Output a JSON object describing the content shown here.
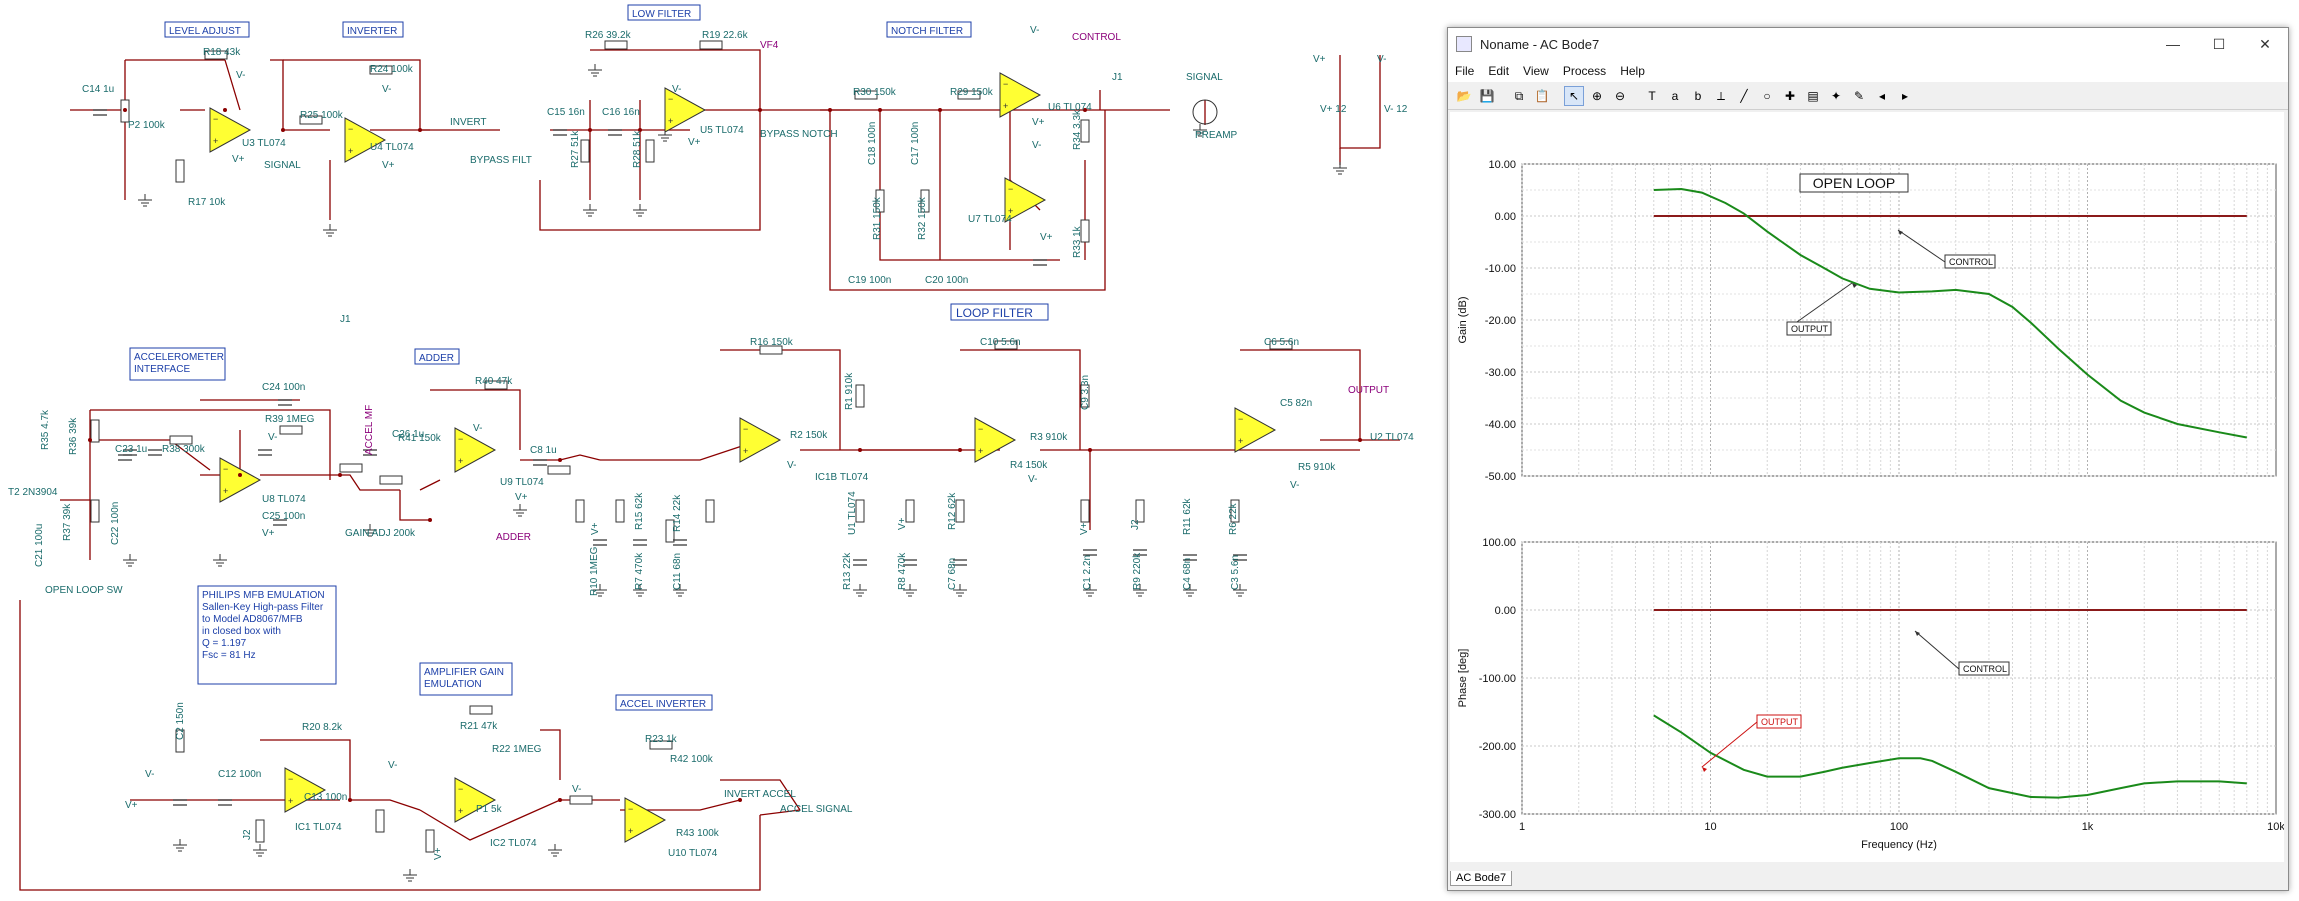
{
  "schematic": {
    "boxes": {
      "level_adjust": "LEVEL ADJUST",
      "inverter": "INVERTER",
      "low_filter": "LOW FILTER",
      "notch_filter": "NOTCH FILTER",
      "loop_filter": "LOOP FILTER",
      "accel_interface": [
        "ACCELEROMETER",
        "INTERFACE"
      ],
      "adder": "ADDER",
      "philips": [
        "PHILIPS MFB EMULATION",
        "Sallen-Key High-pass Filter",
        "to Model AD8067/MFB",
        "in closed box with",
        "Q = 1.197",
        "Fsc = 81 Hz"
      ],
      "amp_gain": [
        "AMPLIFIER GAIN",
        "EMULATION"
      ],
      "accel_inverter": "ACCEL INVERTER"
    },
    "signals": {
      "control": "CONTROL",
      "vf4": "VF4",
      "output": "OUTPUT",
      "accel_mf": "ACCEL MF",
      "adder": "ADDER",
      "accel_signal": "ACCEL SIGNAL",
      "signal": "SIGNAL",
      "preamp": "PREAMP",
      "invert": "INVERT",
      "bypass_filt": "BYPASS FILT",
      "bypass_notch": "BYPASS NOTCH",
      "invert_accel": "INVERT ACCEL",
      "open_loop_sw": "OPEN LOOP SW",
      "gain_adj": "GAIN ADJ 200k"
    },
    "labels": [
      {
        "t": "C14 1u"
      },
      {
        "t": "R18 43k"
      },
      {
        "t": "V-"
      },
      {
        "t": "P2 100k"
      },
      {
        "t": "U3 TL074"
      },
      {
        "t": "V+"
      },
      {
        "t": "SIGNAL"
      },
      {
        "t": "R17 10k"
      },
      {
        "t": "R24 100k"
      },
      {
        "t": "V-"
      },
      {
        "t": "R25 100k"
      },
      {
        "t": "U4 TL074"
      },
      {
        "t": "V+"
      },
      {
        "t": "R26 39.2k"
      },
      {
        "t": "R19 22.6k"
      },
      {
        "t": "C15 16n"
      },
      {
        "t": "C16 16n"
      },
      {
        "t": "R27 51k"
      },
      {
        "t": "R28 51k"
      },
      {
        "t": "U5 TL074"
      },
      {
        "t": "V-"
      },
      {
        "t": "V+"
      },
      {
        "t": "R30 150k"
      },
      {
        "t": "R29 150k"
      },
      {
        "t": "C18 100n"
      },
      {
        "t": "C17 100n"
      },
      {
        "t": "U6 TL074"
      },
      {
        "t": "J1"
      },
      {
        "t": "R34 3.3k"
      },
      {
        "t": "R31 150k"
      },
      {
        "t": "R32 150k"
      },
      {
        "t": "U7 TL074"
      },
      {
        "t": "R33 1k"
      },
      {
        "t": "C19 100n"
      },
      {
        "t": "C20 100n"
      },
      {
        "t": "V-"
      },
      {
        "t": "V+"
      },
      {
        "t": "V-"
      },
      {
        "t": "V+"
      },
      {
        "t": "V+"
      },
      {
        "t": "V-"
      },
      {
        "t": "V+ 12"
      },
      {
        "t": "V- 12"
      },
      {
        "t": "J1"
      },
      {
        "t": "C24 100n"
      },
      {
        "t": "R35 4.7k"
      },
      {
        "t": "R36 39k"
      },
      {
        "t": "R39 1MEG"
      },
      {
        "t": "V-"
      },
      {
        "t": "C23 1u"
      },
      {
        "t": "R38 300k"
      },
      {
        "t": "U8 TL074"
      },
      {
        "t": "C25 100n"
      },
      {
        "t": "V+"
      },
      {
        "t": "T2 2N3904"
      },
      {
        "t": "R37 39k"
      },
      {
        "t": "C21 100u"
      },
      {
        "t": "C22 100n"
      },
      {
        "t": "R40 47k"
      },
      {
        "t": "C26 1u"
      },
      {
        "t": "R41 150k"
      },
      {
        "t": "V-"
      },
      {
        "t": "U9 TL074"
      },
      {
        "t": "V+"
      },
      {
        "t": "C8 1u"
      },
      {
        "t": "R16 150k"
      },
      {
        "t": "R1 910k"
      },
      {
        "t": "R2 150k"
      },
      {
        "t": "V-"
      },
      {
        "t": "IC1B TL074"
      },
      {
        "t": "V+"
      },
      {
        "t": "R15 62k"
      },
      {
        "t": "R14 22k"
      },
      {
        "t": "R10 1MEG"
      },
      {
        "t": "R7 470k"
      },
      {
        "t": "C11 68n"
      },
      {
        "t": "C10 5.6n"
      },
      {
        "t": "C9 3.3n"
      },
      {
        "t": "R3 910k"
      },
      {
        "t": "R4 150k"
      },
      {
        "t": "V-"
      },
      {
        "t": "U1 TL074"
      },
      {
        "t": "V+"
      },
      {
        "t": "R12 62k"
      },
      {
        "t": "R13 22k"
      },
      {
        "t": "R8 470k"
      },
      {
        "t": "C7 68n"
      },
      {
        "t": "C6 5.6n"
      },
      {
        "t": "C5 82n"
      },
      {
        "t": "R5 910k"
      },
      {
        "t": "V-"
      },
      {
        "t": "U2 TL074"
      },
      {
        "t": "V+"
      },
      {
        "t": "J2"
      },
      {
        "t": "R11 62k"
      },
      {
        "t": "R6 22k"
      },
      {
        "t": "C1 2.2n"
      },
      {
        "t": "R9 220k"
      },
      {
        "t": "C4 68n"
      },
      {
        "t": "C3 5.6n"
      },
      {
        "t": "C2 150n"
      },
      {
        "t": "R20 8.2k"
      },
      {
        "t": "V-"
      },
      {
        "t": "C12 100n"
      },
      {
        "t": "C13 100n"
      },
      {
        "t": "IC1 TL074"
      },
      {
        "t": "V+"
      },
      {
        "t": "J2"
      },
      {
        "t": "R21 47k"
      },
      {
        "t": "R22 1MEG"
      },
      {
        "t": "V-"
      },
      {
        "t": "P1 5k"
      },
      {
        "t": "IC2 TL074"
      },
      {
        "t": "V+"
      },
      {
        "t": "R23 1k"
      },
      {
        "t": "R42 100k"
      },
      {
        "t": "V-"
      },
      {
        "t": "R43 100k"
      },
      {
        "t": "U10 TL074"
      },
      {
        "t": "V+"
      }
    ]
  },
  "window": {
    "title": "Noname - AC Bode7",
    "controls": {
      "minimize": "—",
      "maximize": "☐",
      "close": "✕"
    },
    "menu": [
      "File",
      "Edit",
      "View",
      "Process",
      "Help"
    ],
    "toolbar_icons": [
      "open-icon",
      "save-icon",
      "copy-icon",
      "paste-icon",
      "select-arrow-icon",
      "zoom-in-icon",
      "zoom-out-icon",
      "text-icon",
      "cursor-a-icon",
      "cursor-b-icon",
      "marker-icon",
      "line-icon",
      "circle-icon",
      "cursor-plus-icon",
      "bar-icon",
      "cursor-tool-icon",
      "pen-icon",
      "prev-icon",
      "next-icon"
    ],
    "tab": "AC Bode7",
    "accent": "#0078d7"
  },
  "chart_data": [
    {
      "type": "line",
      "title": "OPEN LOOP",
      "xlabel": "",
      "ylabel": "Gain (dB)",
      "xscale": "log",
      "xlim": [
        1,
        10000
      ],
      "ylim": [
        -50,
        10
      ],
      "yticks": [
        "10.00",
        "0.00",
        "-10.00",
        "-20.00",
        "-30.00",
        "-40.00",
        "-50.00"
      ],
      "grid": true,
      "series": [
        {
          "name": "CONTROL",
          "color": "#8b1a1a",
          "x": [
            5,
            7000
          ],
          "y": [
            0,
            0
          ]
        },
        {
          "name": "OUTPUT",
          "color": "#1a8a1a",
          "x": [
            5,
            7,
            9,
            12,
            15,
            20,
            30,
            40,
            50,
            70,
            100,
            150,
            200,
            300,
            400,
            500,
            700,
            1000,
            1500,
            2000,
            3000,
            5000,
            7000
          ],
          "y": [
            5,
            5.2,
            4.5,
            2.5,
            0.5,
            -3,
            -7.5,
            -10,
            -12,
            -14,
            -14.7,
            -14.5,
            -14.2,
            -15,
            -17.5,
            -20.5,
            -25.5,
            -30.5,
            -35.5,
            -37.8,
            -40,
            -41.6,
            -42.6
          ]
        }
      ],
      "annotations": [
        {
          "text": "CONTROL"
        },
        {
          "text": "OUTPUT"
        }
      ]
    },
    {
      "type": "line",
      "xlabel": "Frequency (Hz)",
      "ylabel": "Phase [deg]",
      "xscale": "log",
      "xlim": [
        1,
        10000
      ],
      "ylim": [
        -300,
        100
      ],
      "yticks": [
        "100.00",
        "0.00",
        "-100.00",
        "-200.00",
        "-300.00"
      ],
      "xticks": [
        "1",
        "10",
        "100",
        "1k",
        "10k"
      ],
      "grid": true,
      "series": [
        {
          "name": "CONTROL",
          "color": "#8b1a1a",
          "x": [
            5,
            7000
          ],
          "y": [
            0,
            0
          ]
        },
        {
          "name": "OUTPUT",
          "color": "#1a8a1a",
          "x": [
            5,
            7,
            10,
            15,
            20,
            30,
            40,
            50,
            70,
            100,
            130,
            150,
            200,
            300,
            500,
            700,
            1000,
            1500,
            2000,
            3000,
            5000,
            7000
          ],
          "y": [
            -155,
            -180,
            -210,
            -235,
            -245,
            -245,
            -238,
            -232,
            -225,
            -218,
            -218,
            -222,
            -238,
            -262,
            -275,
            -276,
            -272,
            -262,
            -255,
            -252,
            -252,
            -255
          ]
        }
      ],
      "annotations": [
        {
          "text": "CONTROL"
        },
        {
          "text": "OUTPUT"
        }
      ]
    }
  ]
}
